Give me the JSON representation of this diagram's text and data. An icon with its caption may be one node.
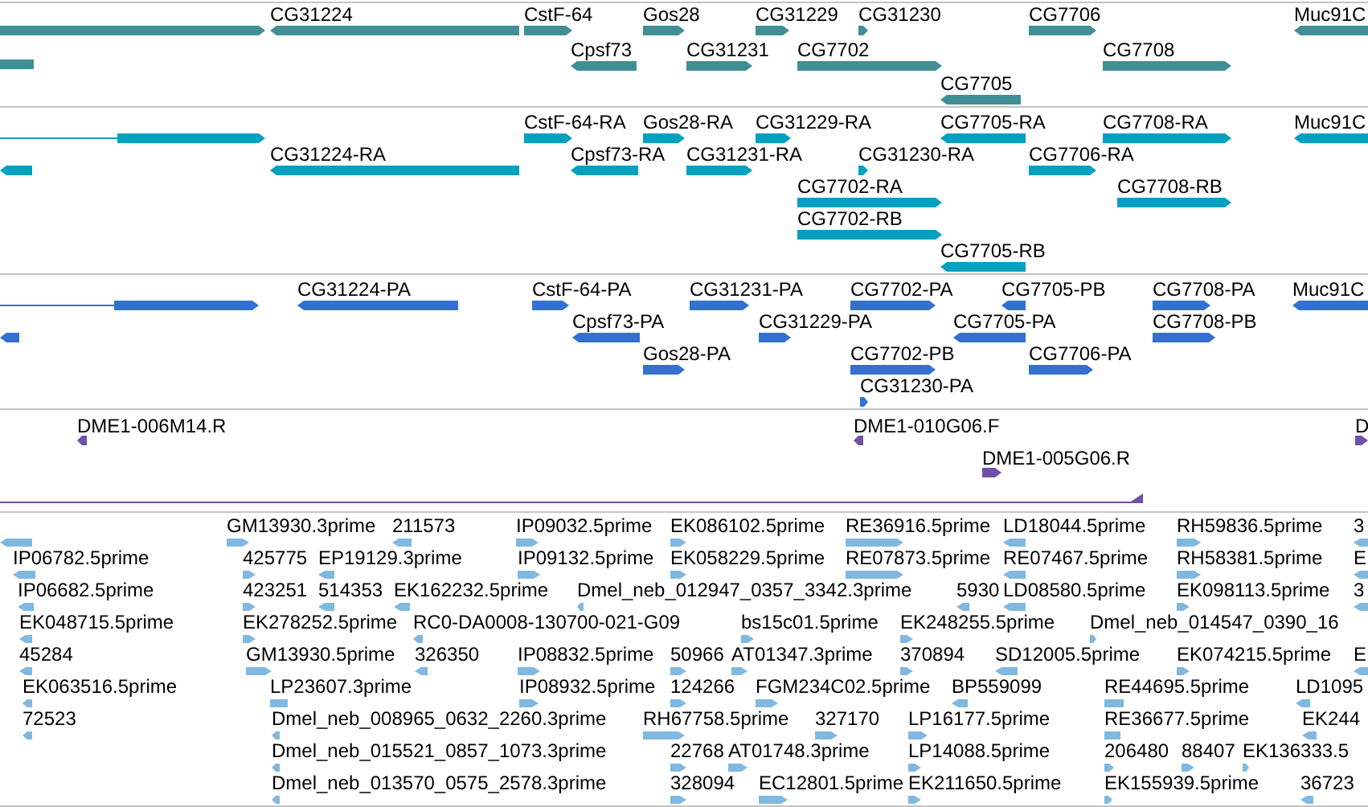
{
  "diagram": {
    "labels": [
      "CG31224",
      "CstF-64",
      "Gos28",
      "CG31229",
      "CG31230",
      "CG7706",
      "Muc91C",
      "Cpsf73",
      "CG31231",
      "CG7702",
      "CG7708",
      "CG7705",
      "CstF-64-RA",
      "Gos28-RA",
      "CG31229-RA",
      "CG7705-RA",
      "CG7708-RA",
      "Muc91C",
      "CG31224-RA",
      "Cpsf73-RA",
      "CG31231-RA",
      "CG31230-RA",
      "CG7706-RA",
      "CG7702-RA",
      "CG7708-RB",
      "CG7702-RB",
      "CG7705-RB",
      "CG31224-PA",
      "CstF-64-PA",
      "CG31231-PA",
      "CG7702-PA",
      "CG7705-PB",
      "CG7708-PA",
      "Muc91C",
      "Cpsf73-PA",
      "CG31229-PA",
      "CG7705-PA",
      "CG7708-PB",
      "Gos28-PA",
      "CG7702-PB",
      "CG7706-PA",
      "CG31230-PA",
      "DME1-006M14.R",
      "DME1-010G06.F",
      "D",
      "DME1-005G06.R",
      "GM13930.3prime",
      "211573",
      "IP09032.5prime",
      "EK086102.5prime",
      "RE36916.5prime",
      "LD18044.5prime",
      "RH59836.5prime",
      "3",
      "IP06782.5prime",
      "425775",
      "EP19129.3prime",
      "IP09132.5prime",
      "EK058229.5prime",
      "RE07873.5prime",
      "RE07467.5prime",
      "RH58381.5prime",
      "E",
      "IP06682.5prime",
      "423251",
      "514353",
      "EK162232.5prime",
      "Dmel_neb_012947_0357_3342.3prime",
      "5930",
      "LD08580.5prime",
      "EK098113.5prime",
      "3",
      "EK048715.5prime",
      "EK278252.5prime",
      "RC0-DA0008-130700-021-G09",
      "bs15c01.5prime",
      "EK248255.5prime",
      "Dmel_neb_014547_0390_16",
      "45284",
      "GM13930.5prime",
      "326350",
      "IP08832.5prime",
      "50966",
      "AT01347.3prime",
      "370894",
      "SD12005.5prime",
      "EK074215.5prime",
      "E",
      "EK063516.5prime",
      "LP23607.3prime",
      "IP08932.5prime",
      "124266",
      "FGM234C02.5prime",
      "BP559099",
      "RE44695.5prime",
      "LD1095",
      "72523",
      "Dmel_neb_008965_0632_2260.3prime",
      "RH67758.5prime",
      "327170",
      "LP16177.5prime",
      "RE36677.5prime",
      "EK244",
      "Dmel_neb_015521_0857_1073.3prime",
      "22768",
      "AT01748.3prime",
      "LP14088.5prime",
      "206480",
      "88407",
      "EK136333.5",
      "Dmel_neb_013570_0575_2578.3prime",
      "328094",
      "EC12801.5prime",
      "EK211650.5prime",
      "EK155939.5prime",
      "36723"
    ]
  }
}
